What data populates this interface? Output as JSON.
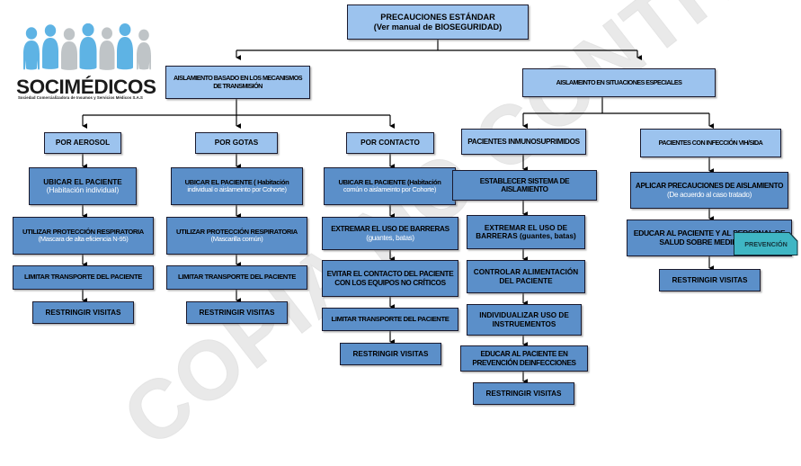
{
  "document": {
    "watermark": "COPIA NO CONTROLADA"
  },
  "logo": {
    "name": "socimedicos-logo",
    "wordmark": "SOCIMÉDICOS",
    "tagline": "Sociedad Comercializadora de Insumos y Servicios Médicos S.A.S",
    "figure_colors": [
      "#5eb3e4",
      "#5eb3e4",
      "#bfc4c7",
      "#5eb3e4",
      "#bfc4c7",
      "#5eb3e4",
      "#bfc4c7"
    ]
  },
  "colors": {
    "node_light": "#9cc3ee",
    "node_mid": "#5b8fc9",
    "node_border": "#1a1a2e",
    "callout_fill": "#3fb6c4",
    "watermark": "#e9e9e9",
    "logo_blue": "#5eb3e4",
    "logo_gray": "#bfc4c7"
  },
  "chart_data": {
    "type": "diagram",
    "title": "PRECAUCIONES ESTÁNDAR",
    "subtitle": "(Ver manual de BIOSEGURIDAD)"
  },
  "flow": {
    "root": {
      "line1": "PRECAUCIONES ESTÁNDAR",
      "line2": "(Ver manual de BIOSEGURIDAD)"
    },
    "branch_left": {
      "line1": "AISLAMIENTO BASADO EN LOS MECANISMOS",
      "line2": "DE TRANSMISIÓN"
    },
    "branch_right": {
      "line1": "AISLAMEINTO EN SITUACIONES ESPECIALES"
    },
    "columns": [
      {
        "id": "aerosol",
        "header": "POR AEROSOL",
        "steps": [
          {
            "line1": "UBICAR EL PACIENTE",
            "line2": "(Habitación individual)",
            "line2_white": true
          },
          {
            "line1": "UTILIZAR PROTECCIÓN RESPIRATORIA",
            "line2": "(Mascara de alta eficiencia N-95)",
            "line2_white": true
          },
          {
            "line1": "LIMITAR TRANSPORTE DEL PACIENTE"
          },
          {
            "line1": "RESTRINGIR VISITAS"
          }
        ]
      },
      {
        "id": "gotas",
        "header": "POR GOTAS",
        "steps": [
          {
            "line1": "UBICAR EL PACIENTE ( Habitación",
            "line2": "individual o aislameinto por Cohorte)",
            "inline_white": true
          },
          {
            "line1": "UTILIZAR PROTECCIÓN RESPIRATORIA",
            "line2": "(Mascarilla común)",
            "line2_white": true
          },
          {
            "line1": "LIMITAR TRANSPORTE DEL PACIENTE"
          },
          {
            "line1": "RESTRINGIR VISITAS"
          }
        ]
      },
      {
        "id": "contacto",
        "header": "POR CONTACTO",
        "steps": [
          {
            "line1": "UBICAR EL PACIENTE (Habitación",
            "line2": "común o aislameinto por Cohorte)",
            "inline_white": true
          },
          {
            "line1": "EXTREMAR EL USO DE BARRERAS",
            "line2": "(guantes, batas)",
            "line2_white": true
          },
          {
            "line1": "EVITAR EL CONTACTO DEL PACIENTE",
            "line2": "CON LOS EQUIPOS NO CRÍTICOS"
          },
          {
            "line1": "LIMITAR TRANSPORTE DEL PACIENTE"
          },
          {
            "line1": "RESTRINGIR VISITAS"
          }
        ]
      },
      {
        "id": "inmunosuprimidos",
        "header": "PACIENTES INMUNOSUPRIMIDOS",
        "steps": [
          {
            "line1": "ESTABLECER SISTEMA DE AISLAMIENTO"
          },
          {
            "line1": "EXTREMAR EL USO DE",
            "line2": "BARRERAS (guantes, batas)",
            "inline_white": true
          },
          {
            "line1": "CONTROLAR ALIMENTACIÓN",
            "line2": "DEL PACIENTE"
          },
          {
            "line1": "INDIVIDUALIZAR USO DE",
            "line2": "INSTRUEMENTOS"
          },
          {
            "line1": "EDUCAR AL PACIENTE EN",
            "line2": "PREVENCIÓN DEINFECCIONES"
          },
          {
            "line1": "RESTRINGIR VISITAS"
          }
        ]
      },
      {
        "id": "vih-sida",
        "header": "PACIENTES CON INFECCIÓN VIH/SIDA",
        "steps": [
          {
            "line1": "APLICAR PRECAUCIONES DE AISLAMIENTO",
            "line2": "(De acuerdo al caso tratado)",
            "line2_white": true
          },
          {
            "line1": "EDUCAR AL PACIENTE Y AL PERSONAL DE",
            "line2": "SALUD SOBRE MEDIDAS DE"
          },
          {
            "line1": "RESTRINGIR VISITAS"
          }
        ]
      }
    ],
    "callout": {
      "label": "PREVENCIÓN"
    }
  }
}
